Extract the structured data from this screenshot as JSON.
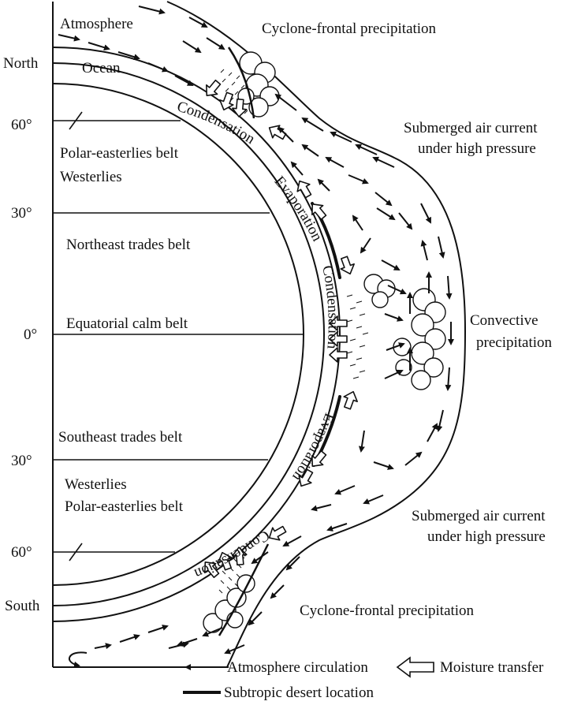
{
  "labels": {
    "atmosphere": "Atmosphere",
    "ocean": "Ocean",
    "north": "North",
    "south": "South",
    "lat_n60": "60°",
    "lat_n30": "30°",
    "lat_0": "0°",
    "lat_s30": "30°",
    "lat_s60": "60°",
    "polar_easterlies_n": "Polar-easterlies belt",
    "westerlies_n": "Westerlies",
    "ne_trades": "Northeast trades belt",
    "equatorial": "Equatorial calm belt",
    "se_trades": "Southeast trades belt",
    "westerlies_s": "Westerlies",
    "polar_easterlies_s": "Polar-easterlies belt",
    "condensation_n": "Condensation",
    "evaporation_n": "Evaporation",
    "condensation_eq": "Condensation",
    "evaporation_s": "Evaporation",
    "condensation_s": "Condensation",
    "cyclone_top": "Cyclone-frontal precipitation",
    "submerged_top_1": "Submerged air current",
    "submerged_top_2": "under high pressure",
    "convective_1": "Convective",
    "convective_2": "precipitation",
    "submerged_bot_1": "Submerged air current",
    "submerged_bot_2": "under high pressure",
    "cyclone_bottom": "Cyclone-frontal precipitation"
  },
  "legend": {
    "atmosphere_circulation": "Atmosphere circulation",
    "moisture_transfer": "Moisture transfer",
    "desert_location": "Subtropic desert location"
  }
}
